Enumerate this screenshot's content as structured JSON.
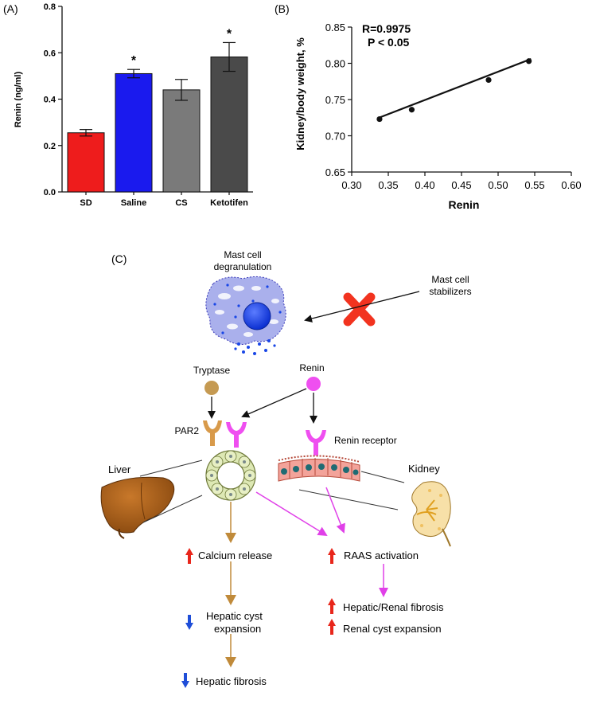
{
  "panel_a": {
    "label": "(A)",
    "chart_data": {
      "type": "bar",
      "categories": [
        "SD",
        "Saline",
        "CS",
        "Ketotifen"
      ],
      "values": [
        0.255,
        0.51,
        0.44,
        0.582
      ],
      "errors": [
        0.014,
        0.018,
        0.045,
        0.062
      ],
      "significance": [
        "",
        "*",
        "",
        "*"
      ],
      "colors": [
        "#ee1c1c",
        "#1a1aee",
        "#7a7a7a",
        "#4a4a4a"
      ],
      "ylabel": "Renin (ng/ml)",
      "ylim": [
        0,
        0.8
      ],
      "yticks": [
        "0.0",
        "0.2",
        "0.4",
        "0.6",
        "0.8"
      ],
      "grid": false
    }
  },
  "panel_b": {
    "label": "(B)",
    "chart_data": {
      "type": "scatter",
      "x": [
        0.338,
        0.382,
        0.487,
        0.542
      ],
      "y": [
        0.723,
        0.736,
        0.777,
        0.803
      ],
      "fit_line": {
        "x": [
          0.335,
          0.545
        ],
        "y": [
          0.724,
          0.806
        ]
      },
      "annotation_r": "R=0.9975",
      "annotation_p": "P < 0.05",
      "xlabel": "Renin",
      "ylabel": "Kidney/body weight, %",
      "xlim": [
        0.3,
        0.6
      ],
      "ylim": [
        0.65,
        0.85
      ],
      "xticks": [
        "0.30",
        "0.35",
        "0.40",
        "0.45",
        "0.50",
        "0.55",
        "0.60"
      ],
      "yticks": [
        "0.65",
        "0.70",
        "0.75",
        "0.80",
        "0.85"
      ],
      "grid": false
    }
  },
  "panel_c": {
    "label": "(C)",
    "mast_cell_line1": "Mast cell",
    "mast_cell_line2": "degranulation",
    "stabilizers_line1": "Mast cell",
    "stabilizers_line2": "stabilizers",
    "tryptase": "Tryptase",
    "renin": "Renin",
    "par2": "PAR2",
    "renin_receptor": "Renin receptor",
    "liver": "Liver",
    "kidney": "Kidney",
    "calcium_release": "Calcium release",
    "hepatic_cyst_line1": "Hepatic cyst",
    "hepatic_cyst_line2": "expansion",
    "hepatic_fibrosis": "Hepatic fibrosis",
    "raas_activation": "RAAS activation",
    "hepatic_renal_fibrosis": "Hepatic/Renal fibrosis",
    "renal_cyst_expansion": "Renal cyst expansion",
    "colors": {
      "up_arrow": "#e8261b",
      "down_arrow": "#1f4ed8",
      "magenta": "#e040e8",
      "tan": "#c08a3a",
      "mast_cell": "#aab0ec",
      "nucleus": "#1846e6",
      "block_x": "#f2331f"
    }
  }
}
